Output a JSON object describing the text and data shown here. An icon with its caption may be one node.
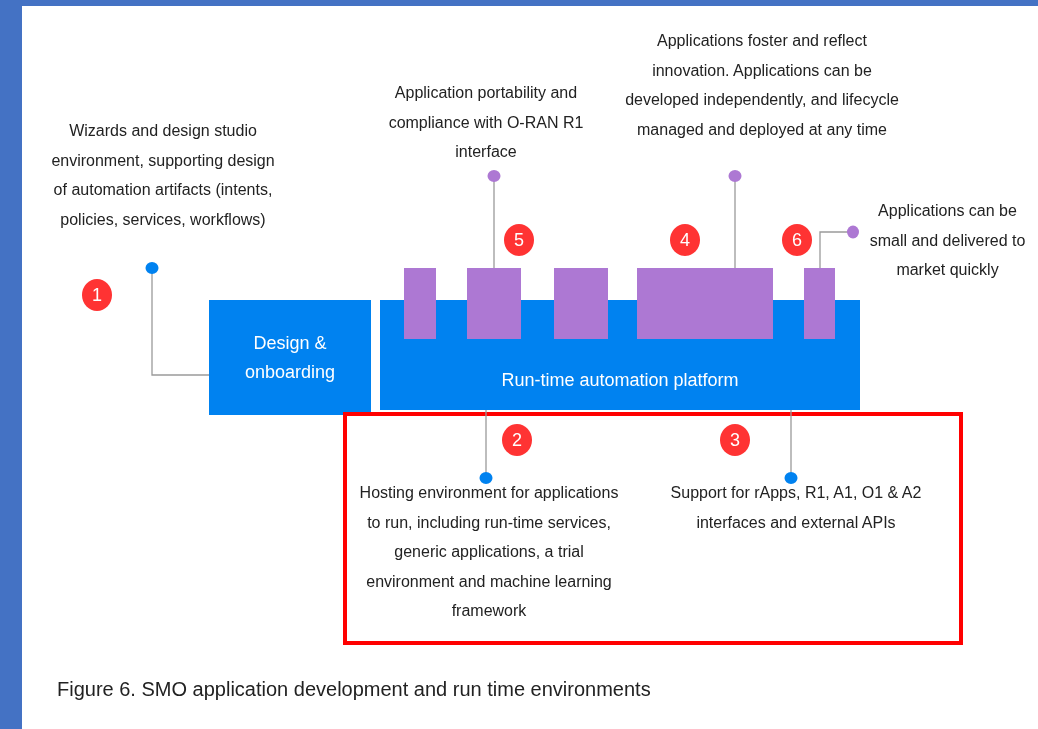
{
  "diagram": {
    "caption": "Figure 6. SMO application development and run time environments",
    "nodes": [
      {
        "text": [
          "Design & onboarding"
        ]
      },
      {
        "text": [
          "Run-time automation platform"
        ]
      },
      {
        "text": [],
        "shape": "box"
      },
      {
        "text": [],
        "shape": "box"
      },
      {
        "text": [],
        "shape": "box"
      },
      {
        "text": [],
        "shape": "box"
      },
      {
        "text": [],
        "shape": "box"
      },
      {
        "text": [
          "Wizards and design studio environment, supporting design of automation artifacts (intents, policies, services, workflows)"
        ]
      },
      {
        "text": [
          "Application portability and compliance with O-RAN R1 interface"
        ]
      },
      {
        "text": [
          "Applications foster and reflect innovation. Applications can be developed independently, and lifecycle managed and deployed at any time"
        ]
      },
      {
        "text": [
          "Applications can be small and delivered to market quickly"
        ]
      },
      {
        "text": [],
        "shape": "box"
      },
      {
        "text": [
          "Hosting environment for applications to run, including run-time services, generic applications, a trial environment and machine learning framework"
        ],
        "in": 11
      },
      {
        "text": [
          "Support for rApps, R1, A1, O1 & A2 interfaces and external APIs"
        ],
        "in": 11
      }
    ],
    "edges": [
      {
        "from": 7,
        "to": 0,
        "arrow": "other"
      },
      {
        "from": 8,
        "to": 3,
        "arrow": "other"
      },
      {
        "from": 9,
        "to": 5,
        "arrow": "other"
      },
      {
        "from": 10,
        "to": 6,
        "arrow": "other"
      },
      {
        "from": 12,
        "to": 1,
        "arrow": "other"
      },
      {
        "from": 13,
        "to": 1,
        "arrow": "other"
      }
    ],
    "labels": [
      "5",
      "4",
      "6",
      "1",
      "2",
      "3"
    ]
  }
}
